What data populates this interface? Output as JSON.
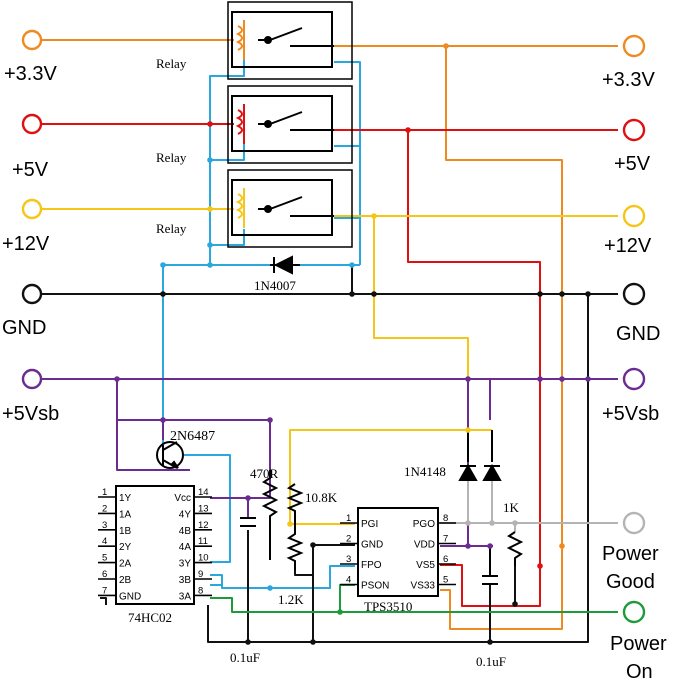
{
  "colors": {
    "v33": "#ee8a22",
    "v5": "#dd1111",
    "v12": "#f5c518",
    "gnd": "#111111",
    "vsb": "#6a2c91",
    "pg": "#b4b4b4",
    "pon": "#1d9a3a",
    "ctrl": "#2aa7dd"
  },
  "rails": {
    "left": {
      "v33": "+3.3V",
      "v5": "+5V",
      "v12": "+12V",
      "gnd": "GND",
      "vsb": "+5Vsb"
    },
    "right": {
      "v33": "+3.3V",
      "v5": "+5V",
      "v12": "+12V",
      "gnd": "GND",
      "vsb": "+5Vsb",
      "pg_line1": "Power",
      "pg_line2": "Good",
      "pon_line1": "Power",
      "pon_line2": "On"
    }
  },
  "components": {
    "relay_label": "Relay",
    "diode_flyback": "1N4007",
    "transistor": "2N6487",
    "resistor_470": "470R",
    "resistor_10k8": "10.8K",
    "resistor_1k2": "1.2K",
    "resistor_1k": "1K",
    "diodes_signal": "1N4148",
    "cap_left": "0.1uF",
    "cap_right": "0.1uF"
  },
  "ic_74hc02": {
    "name": "74HC02",
    "left_pins": [
      {
        "num": "1",
        "label": "1Y"
      },
      {
        "num": "2",
        "label": "1A"
      },
      {
        "num": "3",
        "label": "1B"
      },
      {
        "num": "4",
        "label": "2Y"
      },
      {
        "num": "5",
        "label": "2A"
      },
      {
        "num": "6",
        "label": "2B"
      },
      {
        "num": "7",
        "label": "GND"
      }
    ],
    "right_pins": [
      {
        "num": "14",
        "label": "Vcc"
      },
      {
        "num": "13",
        "label": "4Y"
      },
      {
        "num": "12",
        "label": "4B"
      },
      {
        "num": "11",
        "label": "4A"
      },
      {
        "num": "10",
        "label": "3Y"
      },
      {
        "num": "9",
        "label": "3B"
      },
      {
        "num": "8",
        "label": "3A"
      }
    ]
  },
  "ic_tps3510": {
    "name": "TPS3510",
    "left_pins": [
      {
        "num": "1",
        "label": "PGI"
      },
      {
        "num": "2",
        "label": "GND"
      },
      {
        "num": "3",
        "label": "FPO"
      },
      {
        "num": "4",
        "label": "PSON"
      }
    ],
    "right_pins": [
      {
        "num": "8",
        "label": "PGO"
      },
      {
        "num": "7",
        "label": "VDD"
      },
      {
        "num": "6",
        "label": "VS5"
      },
      {
        "num": "5",
        "label": "VS33"
      }
    ]
  }
}
